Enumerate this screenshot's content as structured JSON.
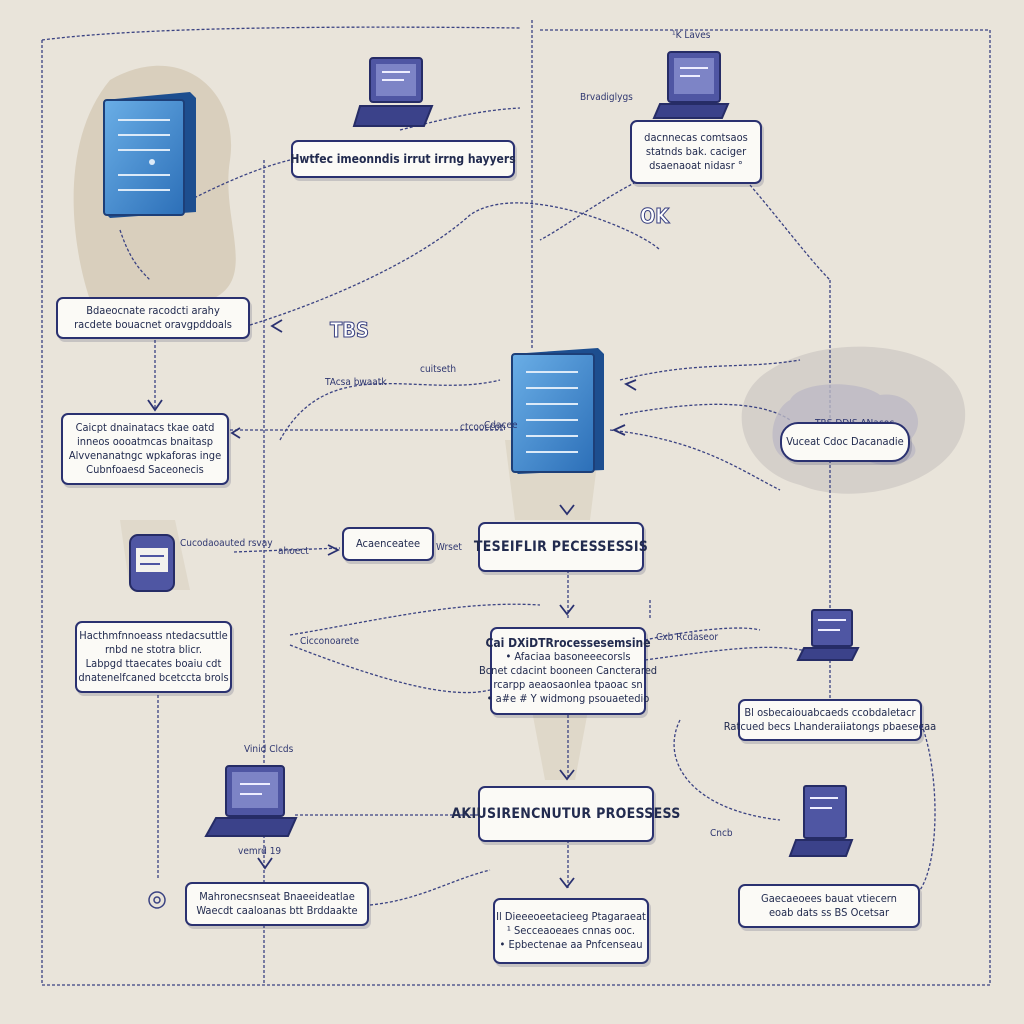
{
  "top_labels": {
    "label_a": "¹K Laves",
    "label_b": "Brvadiglygs"
  },
  "boxes": {
    "b1": {
      "lines": [
        "Hwtfec imeonndis irrut irrng hayyers"
      ]
    },
    "b2": {
      "lines": [
        "dacnnecas comtsaos",
        "statnds bak. caciger",
        "dsaenaoat nidasr °"
      ]
    },
    "b3": {
      "lines": [
        "Bdaeocnate racodcti arahy",
        "racdete bouacnet oravgpddoals"
      ]
    },
    "b4": {
      "lines": [
        "Caicpt dnainatacs tkae oatd",
        "inneos oooatmcas bnaitasp",
        "Alvvenanatngc wpkaforas inge",
        "Cubnfoaesd Saceonecis"
      ]
    },
    "b5": {
      "lines": [
        "Vuceat Cdoc Dacanadie"
      ]
    },
    "b6": {
      "lines": [
        "Acaenceatee"
      ]
    },
    "b7": {
      "lines": [
        "TESEIFLIR PECESSESSIS"
      ]
    },
    "b8": {
      "lines": [
        "Hacthmfnnoeass ntedacsuttle",
        "rnbd ne stotra blicr.",
        "Labpgd ttaecates boaiu cdt",
        "dnatenelfcaned bcetccta brols"
      ]
    },
    "b9": {
      "lines": [
        "Cai DXiDTRrocessesemsine",
        "• Afaciaa basoneeecorsls",
        "Bcnet cdacint booneen Cancterared",
        "rcarpp aeaosaonlea tpaoac sn",
        "• a#e # Y widmong psouaetedio"
      ]
    },
    "b10": {
      "lines": [
        "Bl osbecaiouabcaeds ccobdaletacr",
        "Ratcued becs Lhanderaiiatongs pbaesecaa"
      ]
    },
    "b11": {
      "lines": [
        "AKIUSIRENCNUTUR PROESSESS"
      ]
    },
    "b12": {
      "lines": [
        "Mahronecsnseat Bnaeeideatlae",
        "Waecdt caaloanas btt Brddaakte"
      ]
    },
    "b13": {
      "lines": [
        "Il Dieeeoeetacieeg Ptagaraeat",
        "¹ Secceaoeaes cnnas ooc.",
        "• Epbectenae aa Pnfcenseau"
      ]
    },
    "b14": {
      "lines": [
        "Gaecaeoees bauat vtiecern",
        "eoab dats ss BS Ocetsar"
      ]
    }
  },
  "labels": {
    "l_tbs": "TBS",
    "l_ok": "OK",
    "l_mid1": "TAcsa bwaatk",
    "l_mid2": "cuitseth",
    "l_tag_cloud": "TRS DDIS ANacoc",
    "l_proc_left": "Cucodaoauted rsvay",
    "l_proc_left2": "ahoect",
    "l_wrset": "Wrset",
    "l_cicc": "Cicconoarete",
    "l_cxb": "Cxb Rcdaseor",
    "l_vinid": "Vinid Clcds",
    "l_verred": "vemrd 19",
    "l_small1": "ctcooccon",
    "l_small2": "Cdacee",
    "l_cncb": "Cncb"
  },
  "colors": {
    "line": "#3a4282",
    "server_blue": "#3f86c9",
    "server_dark": "#1d4e8f",
    "laptop": "#4f56a3",
    "shadow": "#cfc5b4"
  },
  "icons": [
    "server-icon",
    "laptop-icon",
    "laptop-icon",
    "server-icon",
    "cylinder-icon",
    "laptop-icon",
    "laptop-icon",
    "laptop-icon",
    "cloud-icon"
  ]
}
